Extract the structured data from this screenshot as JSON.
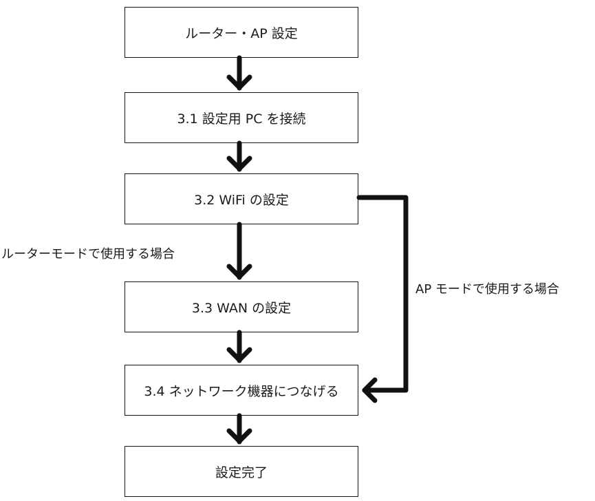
{
  "flowchart": {
    "steps": [
      "ルーター・AP 設定",
      "3.1 設定用 PC を接続",
      "3.2 WiFi の設定",
      "3.3 WAN の設定",
      "3.4 ネットワーク機器につなげる",
      "設定完了"
    ],
    "branch_labels": {
      "router_mode": "ルーターモードで使用する場合",
      "ap_mode": "AP モードで使用する場合"
    }
  },
  "colors": {
    "line": "#111111",
    "box_border": "#111111",
    "background": "#ffffff"
  }
}
